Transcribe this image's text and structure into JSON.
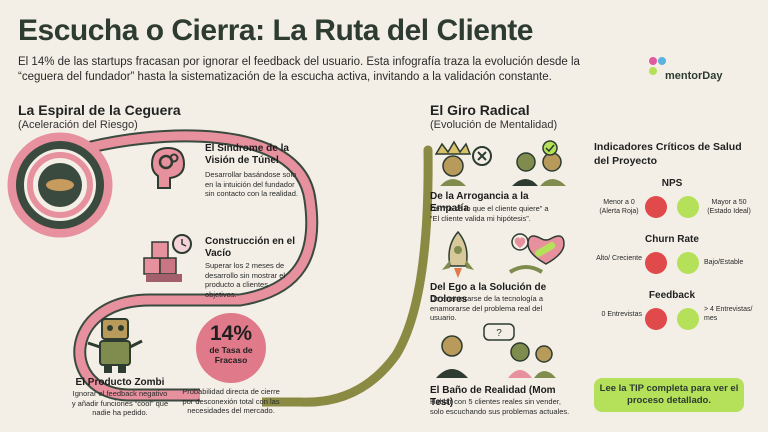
{
  "header": {
    "title": "Escucha o Cierra: La Ruta del Cliente",
    "intro": "El 14% de las startups fracasan por ignorar el feedback del usuario. Esta infografía traza la evolución desde la “ceguera del fundador” hasta la sistematización de la escucha activa, invitando a la validación constante."
  },
  "logo": {
    "text": "mentorDay"
  },
  "left_section": {
    "title": "La Espiral de la Ceguera",
    "subtitle": "(Aceleración del Riesgo)",
    "items": [
      {
        "title": "El Síndrome de la Visión de Túnel",
        "desc": "Desarrollar basándose solo en la intuición del fundador sin contacto con la realidad.",
        "icon": "head-gears-icon"
      },
      {
        "title": "Construcción en el Vacío",
        "desc": "Superar los 2 meses de desarrollo sin mostrar el producto a clientes objetivos.",
        "icon": "blocks-clock-icon"
      },
      {
        "title": "El Producto Zombi",
        "desc": "Ignorar el feedback negativo y añadir funciones “cool” que nadie ha pedido.",
        "icon": "zombie-robot-icon"
      }
    ],
    "stat": {
      "value": "14%",
      "label": "de Tasa de Fracaso",
      "caption": "Probabilidad directa de cierre por desconexión total con las necesidades del mercado."
    }
  },
  "middle_section": {
    "title": "El Giro Radical",
    "subtitle": "(Evolución de Mentalidad)",
    "items": [
      {
        "title": "De la Arrogancia a la Empatía",
        "desc": "De “Yo sé lo que el cliente quiere” a “El cliente valida mi hipótesis”.",
        "icon": "crown-empathy-icon"
      },
      {
        "title": "Del Ego a la Solución de Dolores",
        "desc": "De enamorarse de la tecnología a enamorarse del problema real del usuario.",
        "icon": "rocket-heart-icon"
      },
      {
        "title": "El Baño de Realidad (Mom Test)",
        "desc": "Hablar con 5 clientes reales sin vender, solo escuchando sus problemas actuales.",
        "icon": "conversation-icon"
      }
    ]
  },
  "indicators": {
    "title": "Indicadores Críticos de Salud del Proyecto",
    "groups": [
      {
        "name": "NPS",
        "bad": "Menor a 0 (Alerta Roja)",
        "good": "Mayor a 50 (Estado Ideal)"
      },
      {
        "name": "Churn Rate",
        "bad": "Alto/ Creciente",
        "good": "Bajo/Estable"
      },
      {
        "name": "Feedback",
        "bad": "0 Entrevistas",
        "good": "> 4 Entrevistas/ mes"
      }
    ],
    "colors": {
      "bad": "#e04a4a",
      "good": "#b4e05a"
    }
  },
  "tip": {
    "text": "Lee la TIP completa para ver el proceso detallado."
  }
}
